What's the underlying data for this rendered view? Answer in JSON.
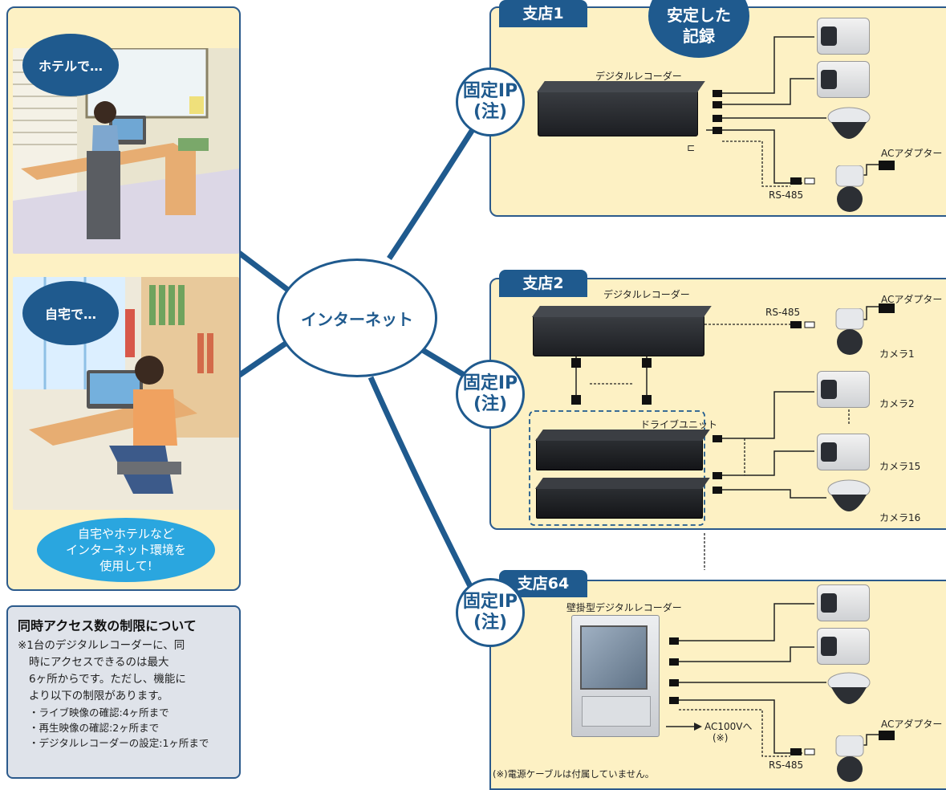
{
  "left_panel": {
    "hotel_bubble": "ホテルで…",
    "home_bubble": "自宅で…",
    "usage_bubble_lines": [
      "自宅やホテルなど",
      "インターネット環境を",
      "使用して!"
    ]
  },
  "note": {
    "title": "同時アクセス数の制限について",
    "body_lines": [
      "※1台のデジタルレコーダーに、同",
      "時にアクセスできるのは最大",
      "6ヶ所からです。ただし、機能に",
      "より以下の制限があります。"
    ],
    "items": [
      "・ライブ映像の確認:4ヶ所まで",
      "・再生映像の確認:2ヶ所まで",
      "・デジタルレコーダーの設定:1ヶ所まで"
    ]
  },
  "center": {
    "internet": "インターネット"
  },
  "fixed_ip": {
    "line1": "固定IP",
    "line2": "(注)"
  },
  "branch1": {
    "tab": "支店1",
    "badge_lines": [
      "安定した",
      "記録"
    ],
    "recorder_label": "デジタルレコーダー",
    "ac_adapter": "ACアダプター",
    "rs485": "RS-485"
  },
  "branch2": {
    "tab": "支店2",
    "recorder_label": "デジタルレコーダー",
    "ac_adapter": "ACアダプター",
    "rs485": "RS-485",
    "drive_unit": "ドライブユニット",
    "cameras": [
      "カメラ1",
      "カメラ2",
      "カメラ15",
      "カメラ16"
    ]
  },
  "branch64": {
    "tab": "支店64",
    "recorder_label": "壁掛型デジタルレコーダー",
    "ac100v_lines": [
      "AC100Vへ",
      "(※)"
    ],
    "ac_adapter": "ACアダプター",
    "rs485": "RS-485",
    "footnote": "(※)電源ケーブルは付属していません。"
  },
  "colors": {
    "navy": "#1f5a8e",
    "panel": "#fdf1c4",
    "note_bg": "#dfe3ea",
    "sky": "#2aa6df"
  }
}
